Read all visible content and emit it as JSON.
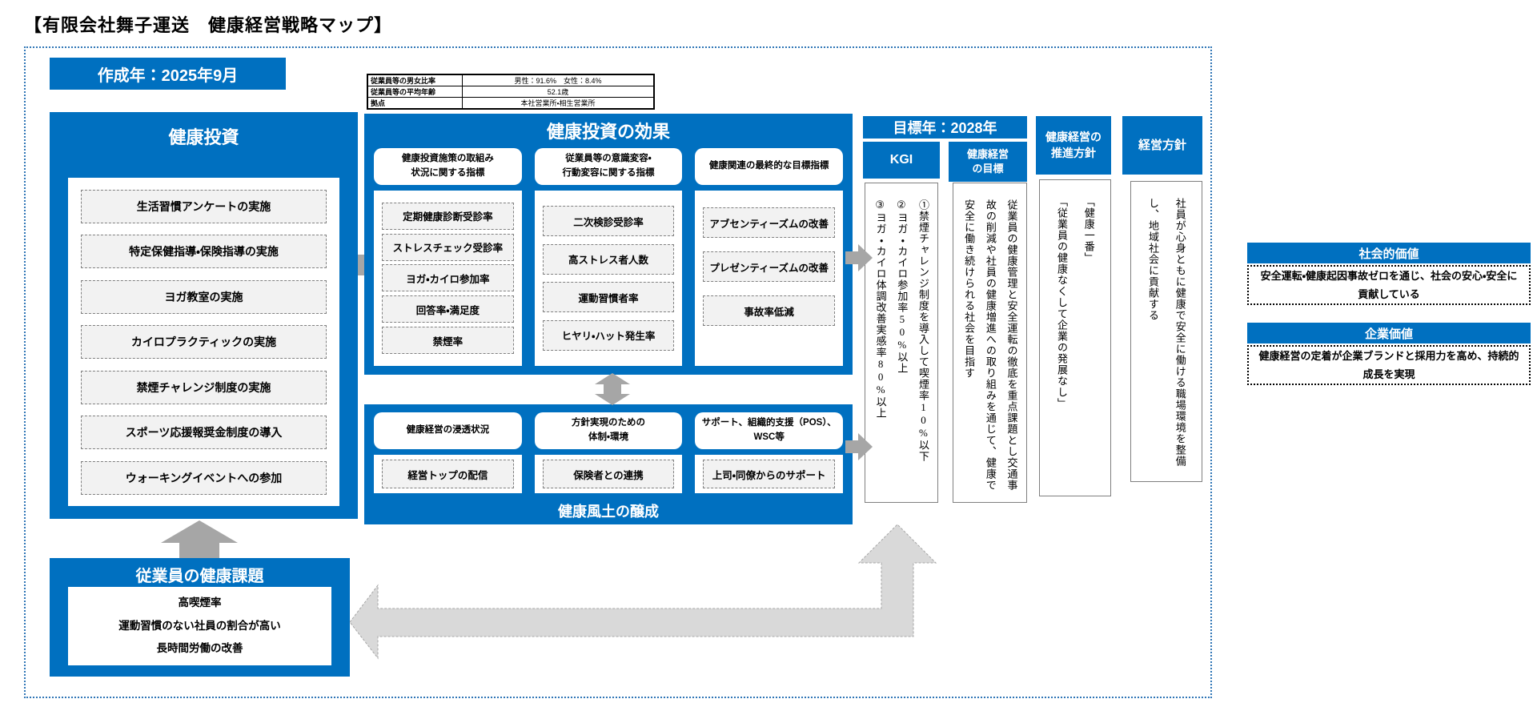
{
  "page_title": "【有限会社舞子運送　健康経営戦略マップ】",
  "colors": {
    "accent": "#0070c0",
    "arrow": "#a6a6a6",
    "arrow_light": "#d9d9d9",
    "border_dotted": "#2e75b6"
  },
  "created_year_label": "作成年：2025年9月",
  "company_info": {
    "rows": [
      {
        "label": "従業員等の男女比率",
        "value": "男性：91.6%　女性：8.4%"
      },
      {
        "label": "従業員等の平均年齢",
        "value": "52.1歳"
      },
      {
        "label": "拠点",
        "value": "本社営業所・相生営業所"
      }
    ]
  },
  "health_investment": {
    "title": "健康投資",
    "items": [
      "生活習慣アンケートの実施",
      "特定保健指導・保険指導の実施",
      "ヨガ教室の実施",
      "カイロプラクティックの実施",
      "禁煙チャレンジ制度の実施",
      "スポーツ応援報奨金制度の導入",
      "ウォーキングイベントへの参加"
    ]
  },
  "investment_effects": {
    "title": "健康投資の効果",
    "columns": [
      {
        "header": "健康投資施策の取組み\n状況に関する指標",
        "items": [
          "定期健康診断受診率",
          "ストレスチェック受診率",
          "ヨガ・カイロ参加率",
          "回答率・満足度",
          "禁煙率"
        ]
      },
      {
        "header": "従業員等の意識変容・\n行動変容に関する指標",
        "items": [
          "二次検診受診率",
          "高ストレス者人数",
          "運動習慣者率",
          "ヒヤリ・ハット発生率"
        ]
      },
      {
        "header": "健康関連の最終的な目標指標",
        "items": [
          "アブセンティーズムの改善",
          "プレゼンティーズムの改善",
          "事故率低減"
        ]
      }
    ]
  },
  "culture": {
    "columns": [
      {
        "header": "健康経営の浸透状況",
        "items": [
          "経営トップの配信"
        ]
      },
      {
        "header": "方針実現のための\n体制・環境",
        "items": [
          "保険者との連携"
        ]
      },
      {
        "header": "サポート、組織的支援（POS）、\nWSC等",
        "items": [
          "上司・同僚からのサポート"
        ]
      }
    ],
    "footer": "健康風土の醸成"
  },
  "target_year_label": "目標年：2028年",
  "kgi": {
    "header": "KGI",
    "text": "①禁煙チャレンジ制度を導入して喫煙率10%以下\n②ヨガ・カイロ参加率50%以上\n③ヨガ・カイロ体調改善実感率80%以上"
  },
  "management_goal": {
    "header": "健康経営\nの目標",
    "text": "従業員の健康管理と安全運転の徹底を重点課題とし交通事故の削減や社員の健康増進への取り組みを通じて、健康で安全に働き続けられる社会を目指す"
  },
  "promotion_policy": {
    "header": "健康経営の\n推進方針",
    "text": "「健康一番」\n「従業員の健康なくして企業の発展なし」"
  },
  "management_policy": {
    "header": "経営方針",
    "text": "社員が心身ともに健康で安全に働ける職場環境を整備し、地域社会に貢献する"
  },
  "health_issues": {
    "title": "従業員の健康課題",
    "items": [
      "高喫煙率",
      "運動習慣のない社員の割合が高い",
      "長時間労働の改善"
    ]
  },
  "social_value": {
    "title": "社会的価値",
    "text": "安全運転・健康起因事故ゼロを通じ、社会の安心・安全に貢献している"
  },
  "corporate_value": {
    "title": "企業価値",
    "text": "健康経営の定着が企業ブランドと採用力を高め、持続的成長を実現"
  }
}
